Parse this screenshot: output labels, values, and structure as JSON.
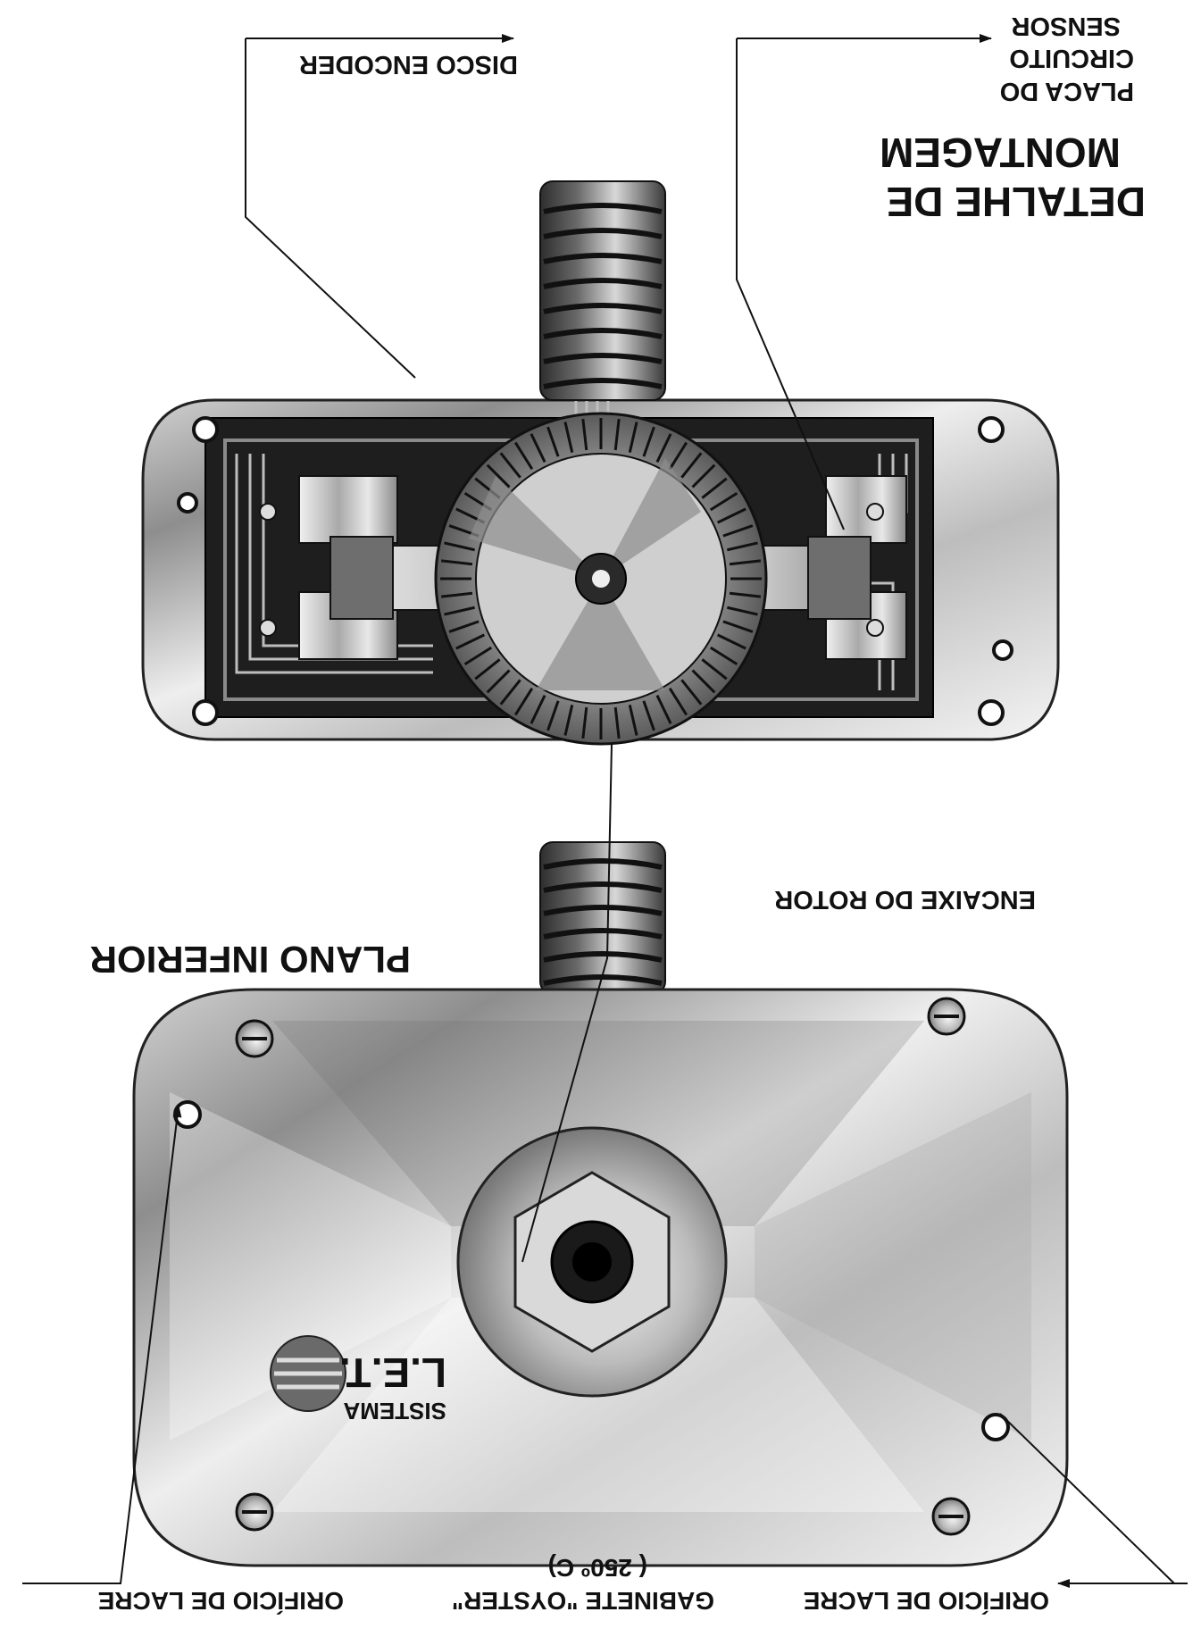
{
  "labels": {
    "disco_encoder": "DISCO ENCODER",
    "placa_line1": "PLACA DO",
    "placa_line2": "CIRCUITO",
    "placa_line3": "SENSOR",
    "detalhe_line1": "DETALHE DE",
    "detalhe_line2": "MONTAGEM",
    "encaixe": "ENCAIXE DO ROTOR",
    "plano": "PLANO INFERIOR",
    "orificio_left": "ORIFÍCIO DE LACRE",
    "orificio_right": "ORIFÍCIO DE LACRE",
    "gabinete": "GABINETE \"OYSTER\"",
    "temperature": "( 250º C)"
  },
  "logo": {
    "brand": "L.E.T.",
    "system": "SISTEMA"
  },
  "colors": {
    "ink": "#111111",
    "housing_light": "#e6e6e6",
    "housing_mid": "#9a9a9a",
    "housing_dark": "#2a2a2a",
    "background": "#ffffff"
  }
}
